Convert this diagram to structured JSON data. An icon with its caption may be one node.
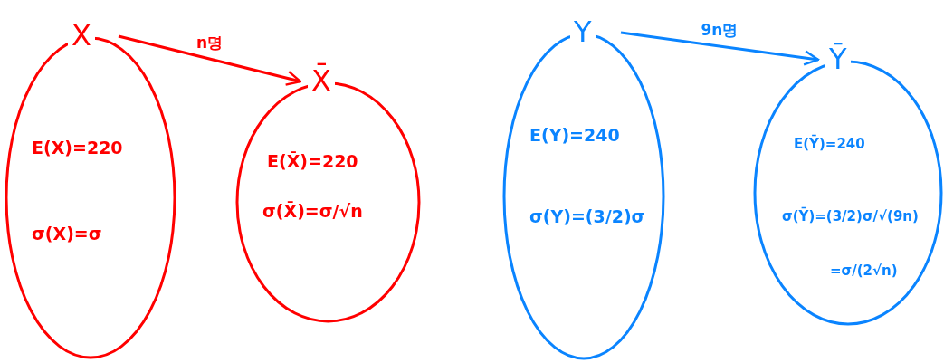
{
  "diagram": {
    "nodes": [
      {
        "text": [
          "X",
          "E(X)=220",
          "σ(X)=σ"
        ]
      },
      {
        "text": [
          "X̄",
          "E(X̄)=220",
          "σ(X̄)=σ/√n"
        ]
      },
      {
        "text": [
          "Y",
          "E(Y)=240",
          "σ(Y)=(3/2)σ"
        ]
      },
      {
        "text": [
          "Ȳ",
          "E(Ȳ)=240",
          "σ(Ȳ)=(3/2)σ/√(9n)",
          "=σ/(2√n)"
        ]
      }
    ],
    "edges": [
      {
        "from": 0,
        "to": 1,
        "arrow": "to",
        "label": "n명",
        "color": "#ff0000"
      },
      {
        "from": 2,
        "to": 3,
        "arrow": "to",
        "label": "9n명",
        "color": "#0a84ff"
      }
    ]
  }
}
